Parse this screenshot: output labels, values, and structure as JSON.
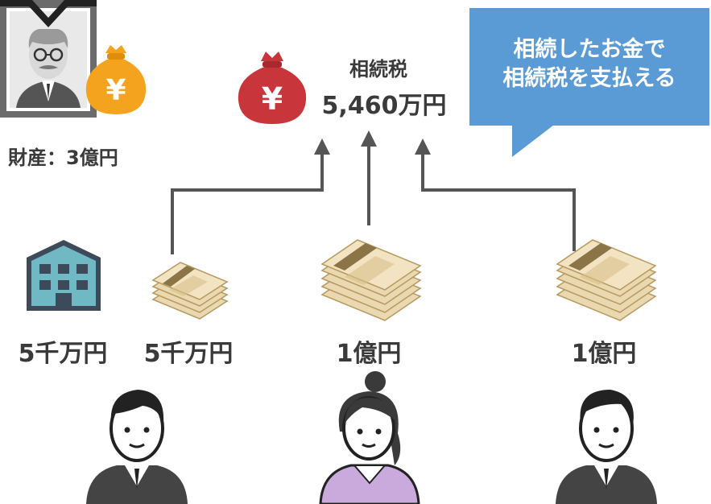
{
  "deceased": {
    "asset_label": "財産：3億円"
  },
  "tax": {
    "title": "相続税",
    "amount": "5,460万円",
    "bag_symbol": "¥"
  },
  "coin_bag_symbol": "¥",
  "callout": {
    "line1": "相続したお金で",
    "line2": "相続税を支払える"
  },
  "inheritances": {
    "building_label": "5千万円",
    "cash_small_label": "5千万円",
    "cash_center_label": "1億円",
    "cash_right_label": "1億円"
  },
  "colors": {
    "text": "#3a3a3a",
    "callout": "#5b9bd5",
    "tax_bag": "#c8353a",
    "coin_bag": "#f4a31e",
    "arrow": "#555555",
    "building": "#6fb8c4",
    "cash_paper": "#ead8b0"
  },
  "icons": [
    "deceased-portrait-icon",
    "yen-bag-icon",
    "tax-bag-icon",
    "building-icon",
    "cash-stack-icon",
    "man-icon",
    "woman-icon"
  ]
}
